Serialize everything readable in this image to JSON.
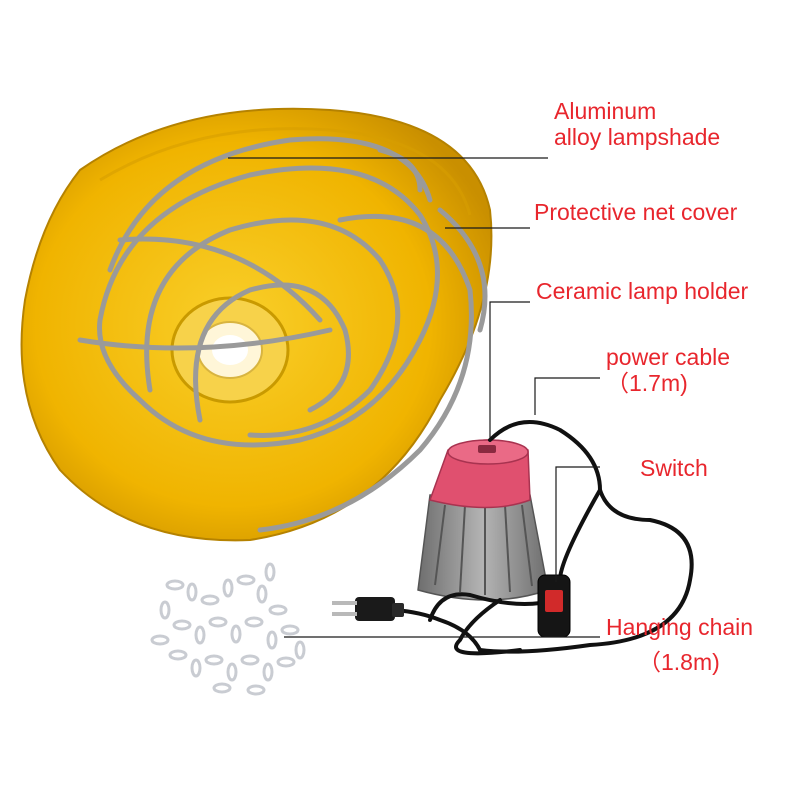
{
  "colors": {
    "label": "#e8262d",
    "leader": "#1a1a1a",
    "lampshade": "#f0b400",
    "lampshade_inner": "#f7c613",
    "wire_cage": "#9a9a9a",
    "socket_cap": "#e0506f",
    "socket_body": "#8a8a8a",
    "cable": "#111111",
    "chain": "#c9ccd2"
  },
  "icons": {
    "lampshade": "lampshade-icon",
    "cage": "wire-cage-icon",
    "holder": "ceramic-holder-icon",
    "plug": "plug-icon",
    "switch": "rocker-switch-icon",
    "chain": "chain-icon"
  },
  "labels": {
    "lampshade_line1": "Aluminum",
    "lampshade_line2": "alloy lampshade",
    "net_cover": "Protective net cover",
    "lamp_holder": "Ceramic lamp holder",
    "power_cable_line1": "power cable",
    "power_cable_line2": "（1.7m)",
    "switch": "Switch",
    "chain_line1": "Hanging chain",
    "chain_line2": "（1.8m)"
  }
}
